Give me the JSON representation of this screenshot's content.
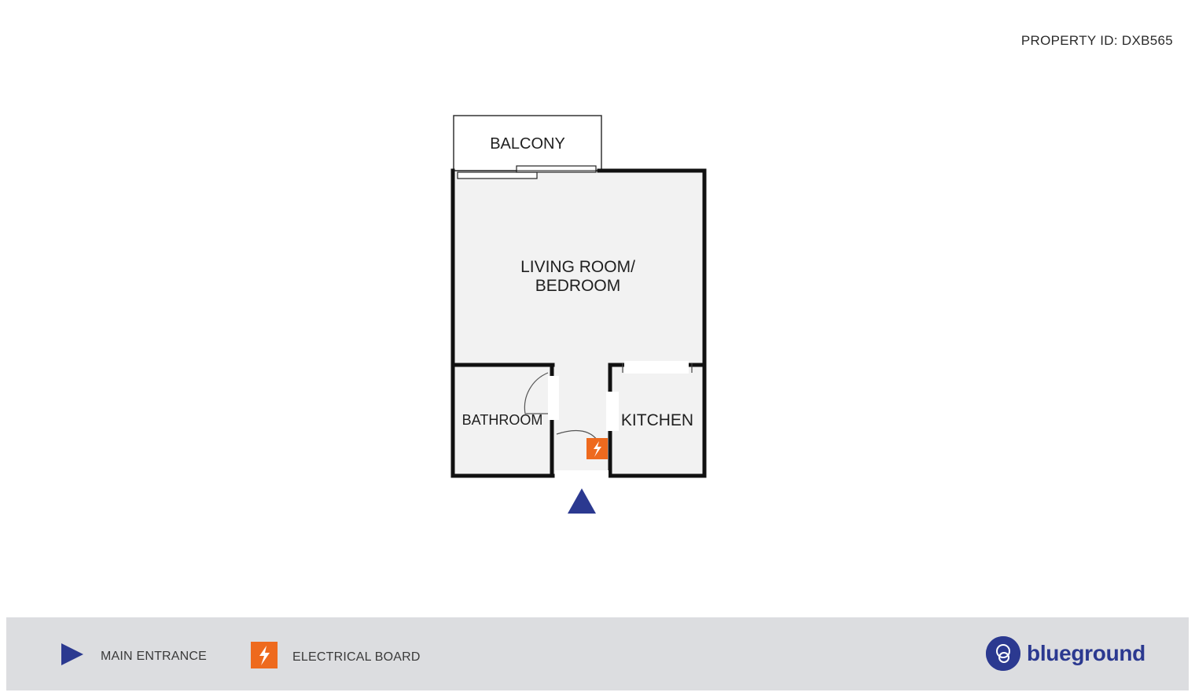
{
  "header": {
    "property_id": "PROPERTY ID: DXB565"
  },
  "rooms": {
    "balcony": "BALCONY",
    "living_line1": "LIVING ROOM/",
    "living_line2": "BEDROOM",
    "bathroom": "BATHROOM",
    "kitchen": "KITCHEN"
  },
  "legend": {
    "entrance_label": "MAIN ENTRANCE",
    "electrical_label": "ELECTRICAL BOARD"
  },
  "brand": {
    "name": "blueground"
  },
  "colors": {
    "wall": "#111111",
    "floor": "#f2f2f2",
    "brand_blue": "#2b3990",
    "electrical_orange": "#ee6a1e",
    "legend_bg": "#dcdde0"
  },
  "icons": {
    "entrance": "triangle-arrow-icon",
    "electrical": "lightning-bolt-icon"
  }
}
